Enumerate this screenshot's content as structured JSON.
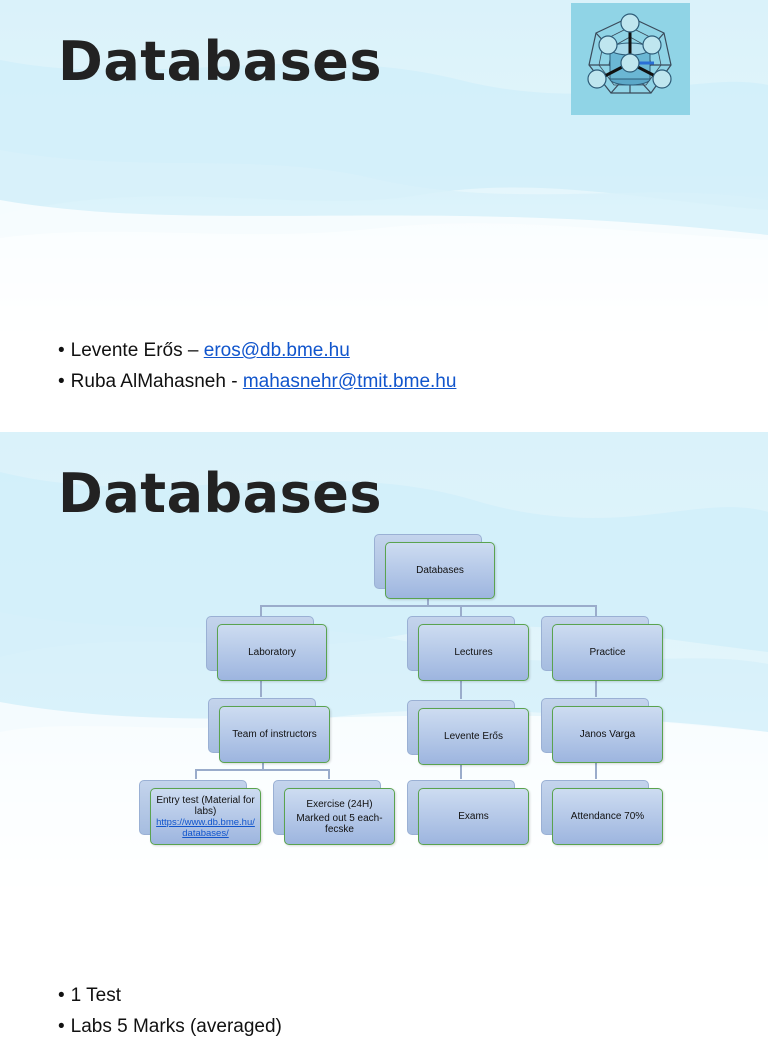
{
  "slide1": {
    "title": "Databases",
    "contacts": [
      {
        "name": "Levente Erős – ",
        "email": "eros@db.bme.hu"
      },
      {
        "name": "Ruba AlMahasneh - ",
        "email": "mahasnehr@tmit.bme.hu"
      }
    ]
  },
  "slide2": {
    "title": "Databases",
    "org_chart": {
      "root": "Databases",
      "branches": {
        "laboratory": "Laboratory",
        "lectures": "Lectures",
        "practice": "Practice"
      },
      "level2": {
        "team": "Team of instructors",
        "lecturer": "Levente Erős",
        "practice_lead": "Janos Varga"
      },
      "level3": {
        "entry_test": "Entry test (Material for labs)",
        "entry_test_link": "https://www.db.bme.hu/databases/",
        "exercise_line1": "Exercise (24H)",
        "exercise_line2": "Marked out 5 each- fecske",
        "exams": "Exams",
        "attendance": "Attendance 70%"
      }
    },
    "items": [
      "1 Test",
      "Labs 5 Marks (averaged)"
    ]
  },
  "colors": {
    "title": "#222222",
    "link": "#1155cc",
    "box_fill": "#b3c7e6",
    "box_border": "#5aa34f",
    "logo_bg": "#90d4e6"
  },
  "icons": {
    "logo": "database-network-logo"
  }
}
